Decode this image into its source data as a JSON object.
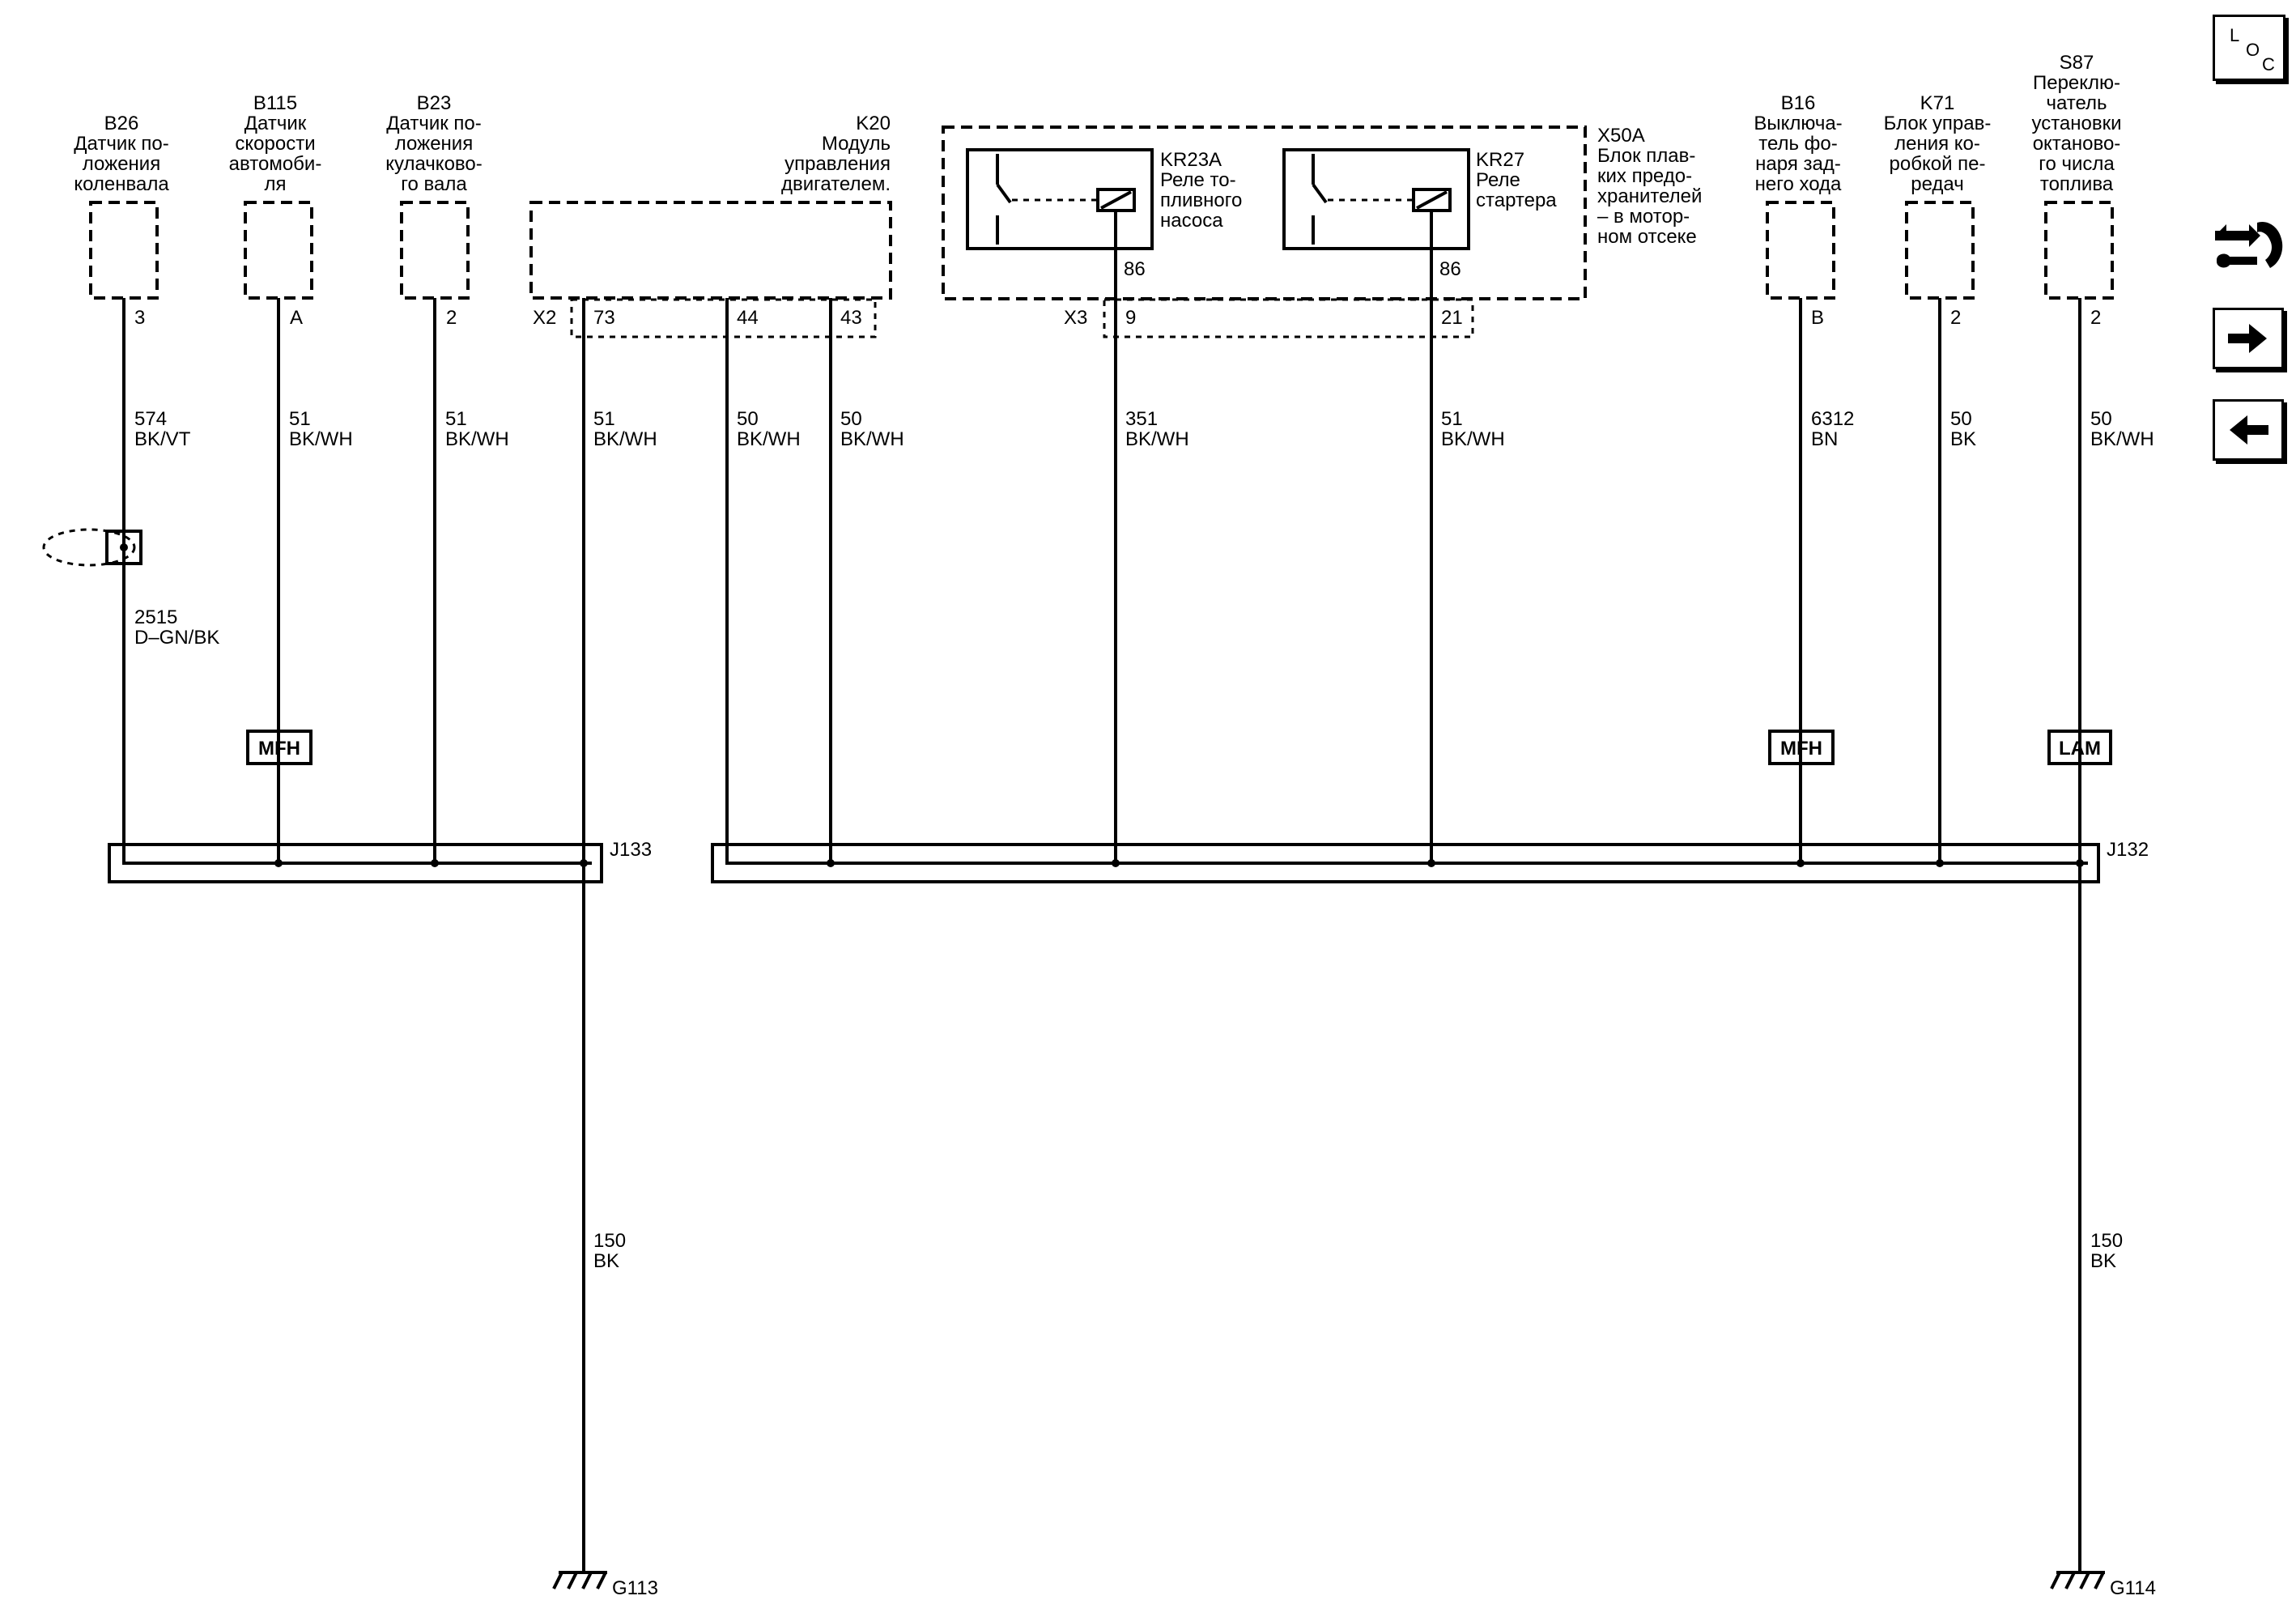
{
  "components": {
    "b26": {
      "id": "B26",
      "name": [
        "Датчик по-",
        "ложения",
        "коленвала"
      ]
    },
    "b115": {
      "id": "B115",
      "name": [
        "Датчик",
        "скорости",
        "автомоби-",
        "ля"
      ]
    },
    "b23": {
      "id": "B23",
      "name": [
        "Датчик по-",
        "ложения",
        "кулачково-",
        "го вала"
      ]
    },
    "k20": {
      "id": "K20",
      "name": [
        "Модуль",
        "управления",
        "двигателем."
      ]
    },
    "kr23a": {
      "id": "KR23A",
      "name": [
        "Реле то-",
        "пливного",
        "насоса"
      ]
    },
    "kr27": {
      "id": "KR27",
      "name": [
        "Реле",
        "стартера"
      ]
    },
    "x50a": {
      "id": "X50A",
      "name": [
        "Блок плав-",
        "ких предо-",
        "хранителей",
        "– в мотор-",
        "ном отсеке"
      ]
    },
    "b16": {
      "id": "B16",
      "name": [
        "Выключа-",
        "тель фо-",
        "наря зад-",
        "него хода"
      ]
    },
    "k71": {
      "id": "K71",
      "name": [
        "Блок управ-",
        "ления ко-",
        "робкой пе-",
        "редач"
      ]
    },
    "s87": {
      "id": "S87",
      "name": [
        "Переклю-",
        "чатель",
        "установки",
        "октаново-",
        "го числа",
        "топлива"
      ]
    }
  },
  "pins": {
    "b26": "3",
    "b115": "A",
    "b23": "2",
    "k20_connector": "X2",
    "k20_73": "73",
    "k20_44": "44",
    "k20_43": "43",
    "x50a_connector": "X3",
    "x50a_9": "9",
    "x50a_21": "21",
    "kr23a_86": "86",
    "kr27_86": "86",
    "b16": "B",
    "k71": "2",
    "s87": "2"
  },
  "wires": {
    "b26_a": {
      "circuit": "574",
      "color": "BK/VT"
    },
    "b26_b": {
      "circuit": "2515",
      "color": "D–GN/BK"
    },
    "b115": {
      "circuit": "51",
      "color": "BK/WH"
    },
    "b23": {
      "circuit": "51",
      "color": "BK/WH"
    },
    "k20_73": {
      "circuit": "51",
      "color": "BK/WH"
    },
    "k20_44": {
      "circuit": "50",
      "color": "BK/WH"
    },
    "k20_43": {
      "circuit": "50",
      "color": "BK/WH"
    },
    "x50a_9": {
      "circuit": "351",
      "color": "BK/WH"
    },
    "x50a_21": {
      "circuit": "51",
      "color": "BK/WH"
    },
    "b16": {
      "circuit": "6312",
      "color": "BN"
    },
    "k71": {
      "circuit": "50",
      "color": "BK"
    },
    "s87": {
      "circuit": "50",
      "color": "BK/WH"
    },
    "g113": {
      "circuit": "150",
      "color": "BK"
    },
    "g114": {
      "circuit": "150",
      "color": "BK"
    }
  },
  "inline_boxes": {
    "b115": "MFH",
    "b16": "MFH",
    "s87": "LAM"
  },
  "splices": {
    "left": "J133",
    "right": "J132"
  },
  "grounds": {
    "left": "G113",
    "right": "G114"
  },
  "nav": {
    "loc": {
      "l": "L",
      "o": "O",
      "c": "C"
    },
    "icons": [
      "loc-icon",
      "tools-icon",
      "arrow-right-icon",
      "arrow-left-icon"
    ]
  }
}
